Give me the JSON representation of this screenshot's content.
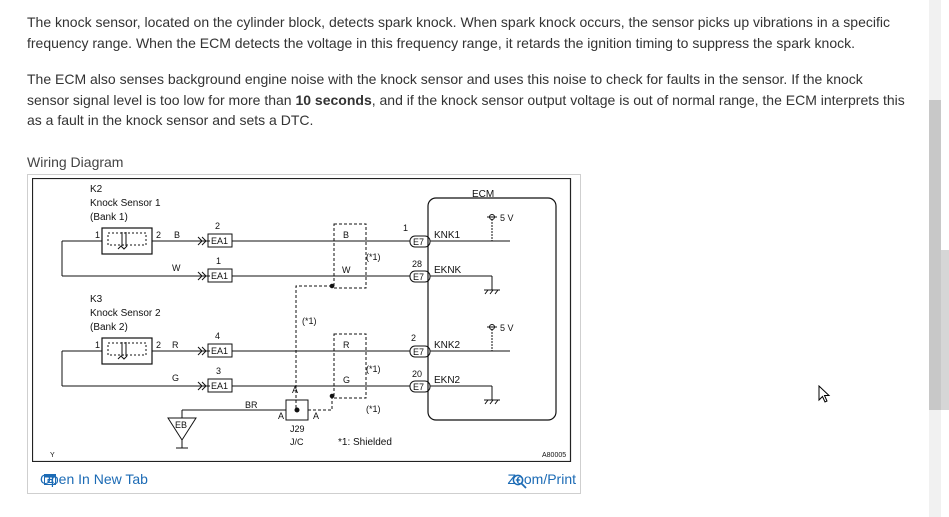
{
  "intro": {
    "p1": "The knock sensor, located on the cylinder block, detects spark knock. When spark knock occurs, the sensor picks up vibrations in a specific frequency range. When the ECM detects the voltage in this frequency range, it retards the ignition timing to suppress the spark knock.",
    "p2_before": "The ECM also senses background engine noise with the knock sensor and uses this noise to check for faults in the sensor. If the knock sensor signal level is too low for more than ",
    "p2_bold": "10 seconds",
    "p2_after": ", and if the knock sensor output voltage is out of normal range, the ECM interprets this as a fault in the knock sensor and sets a DTC."
  },
  "diagram": {
    "heading": "Wiring Diagram",
    "k2": "K2",
    "k2_name": "Knock Sensor 1",
    "k2_bank": "(Bank 1)",
    "k3": "K3",
    "k3_name": "Knock Sensor 2",
    "k3_bank": "(Bank 2)",
    "ecm": "ECM",
    "v5a": "5 V",
    "v5b": "5 V",
    "knk1": "KNK1",
    "eknk": "EKNK",
    "knk2": "KNK2",
    "ekn2": "EKN2",
    "e7": "E7",
    "ea1": "EA1",
    "pin_1": "1",
    "pin_2": "2",
    "pin_3": "3",
    "pin_4": "4",
    "pin_28": "28",
    "pin_20": "20",
    "wire_b": "B",
    "wire_w": "W",
    "wire_r": "R",
    "wire_g": "G",
    "wire_br": "BR",
    "shield_mark": "(*1)",
    "shielded_note": "*1: Shielded",
    "conn_a": "A",
    "j29": "J29",
    "jc": "J/C",
    "eb": "EB",
    "ref_code": "A80005",
    "corner_y": "Y"
  },
  "footer": {
    "open_tab": "Open In New Tab",
    "zoom": "Zoom/Print"
  },
  "colors": {
    "link": "#1c6bb5",
    "text": "#333333"
  }
}
